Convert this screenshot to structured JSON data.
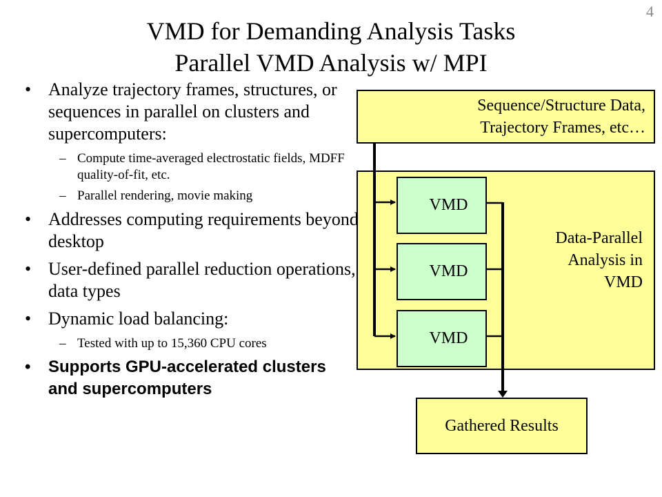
{
  "slide_number": "4",
  "title": {
    "line1": "VMD for Demanding Analysis Tasks",
    "line2": "Parallel VMD Analysis w/ MPI"
  },
  "bullets": [
    {
      "level": 1,
      "text": "Analyze trajectory frames, structures, or sequences in parallel on clusters and supercomputers:"
    },
    {
      "level": 2,
      "text": "Compute time-averaged electrostatic fields, MDFF quality-of-fit, etc."
    },
    {
      "level": 2,
      "text": "Parallel rendering, movie making"
    },
    {
      "level": 1,
      "text": "Addresses computing requirements beyond desktop"
    },
    {
      "level": 1,
      "text": "User-defined parallel reduction operations, data types"
    },
    {
      "level": 1,
      "text": "Dynamic load balancing:"
    },
    {
      "level": 2,
      "text": "Tested with up to 15,360 CPU cores"
    },
    {
      "level": 1,
      "bold": true,
      "text": "Supports GPU-accelerated clusters and supercomputers"
    }
  ],
  "bullet_marks": {
    "l1": "•",
    "l2": "–"
  },
  "diagram": {
    "input_line1": "Sequence/Structure Data,",
    "input_line2": "Trajectory Frames, etc…",
    "parallel_line1": "Data-Parallel",
    "parallel_line2": "Analysis in",
    "parallel_line3": "VMD",
    "vmd_labels": [
      "VMD",
      "VMD",
      "VMD"
    ],
    "output": "Gathered Results",
    "colors": {
      "yellow": "#ffff99",
      "green": "#ccffcc",
      "line": "#000000"
    }
  }
}
